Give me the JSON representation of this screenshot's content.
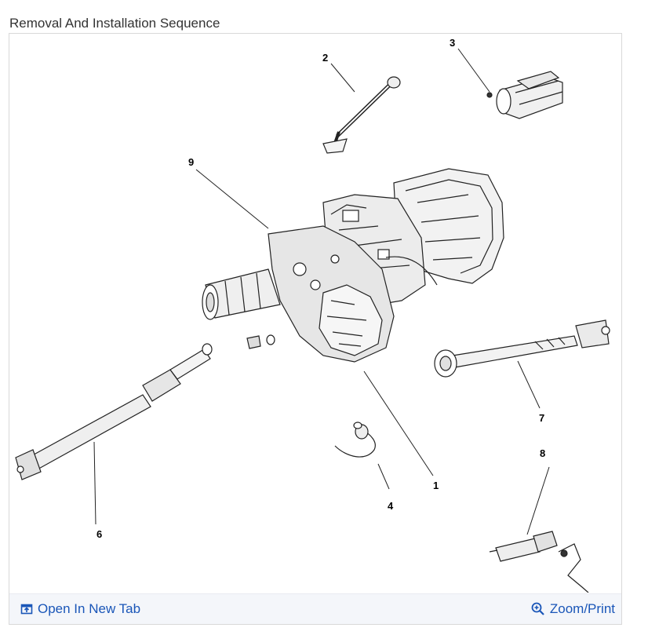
{
  "header": {
    "title": "Removal And Installation Sequence"
  },
  "diagram": {
    "callouts": [
      {
        "id": "c1",
        "label": "1"
      },
      {
        "id": "c2",
        "label": "2"
      },
      {
        "id": "c3",
        "label": "3"
      },
      {
        "id": "c4",
        "label": "4"
      },
      {
        "id": "c6",
        "label": "6"
      },
      {
        "id": "c7",
        "label": "7"
      },
      {
        "id": "c8",
        "label": "8"
      },
      {
        "id": "c9",
        "label": "9"
      }
    ]
  },
  "toolbar": {
    "open_new_tab_label": "Open In New Tab",
    "zoom_print_label": "Zoom/Print",
    "link_color": "#1a56b8",
    "open_icon": "open-in-new-tab-icon",
    "zoom_icon": "zoom-in-icon"
  }
}
